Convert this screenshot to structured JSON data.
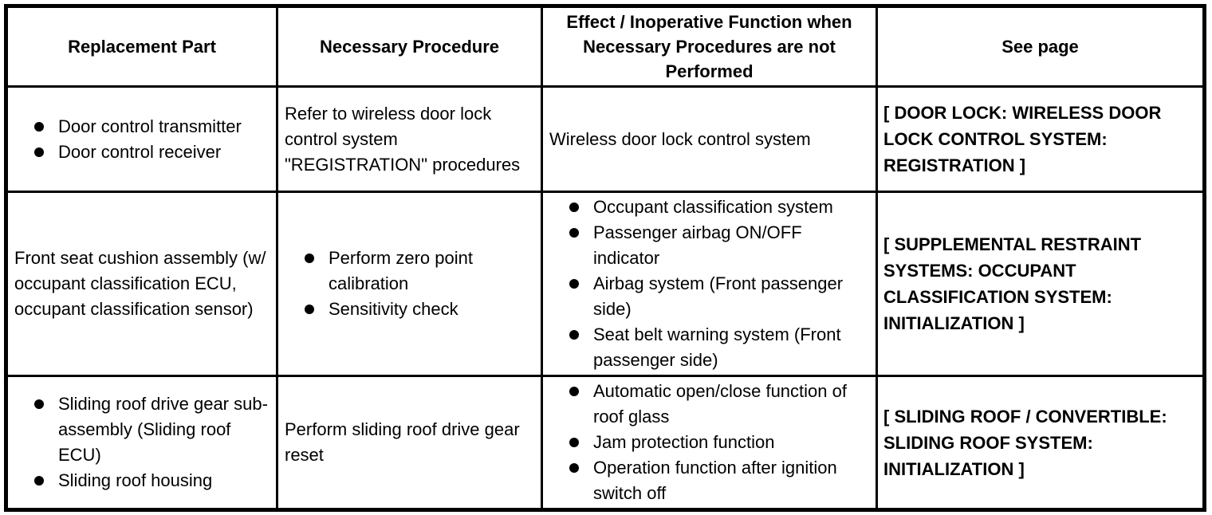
{
  "colors": {
    "border": "#000000",
    "text": "#000000",
    "background": "#ffffff"
  },
  "table": {
    "headers": [
      "Replacement Part",
      "Necessary Procedure",
      "Effect / Inoperative Function when Necessary Procedures are not Performed",
      "See page"
    ],
    "rows": [
      {
        "replacement_part": {
          "bullets": [
            "Door control transmitter",
            "Door control receiver"
          ]
        },
        "necessary_procedure": {
          "text": "Refer to wireless door lock control system \"REGISTRATION\" procedures"
        },
        "effect": {
          "text": "Wireless door lock control system"
        },
        "see_page": "[ DOOR LOCK: WIRELESS DOOR LOCK CONTROL SYSTEM: REGISTRATION ]"
      },
      {
        "replacement_part": {
          "text": "Front seat cushion assembly (w/ occupant classification ECU, occupant classification sensor)"
        },
        "necessary_procedure": {
          "bullets": [
            "Perform zero point calibration",
            "Sensitivity check"
          ]
        },
        "effect": {
          "bullets": [
            "Occupant classification system",
            "Passenger airbag ON/OFF indicator",
            "Airbag system (Front passenger side)",
            "Seat belt warning system (Front passenger side)"
          ]
        },
        "see_page": "[ SUPPLEMENTAL RESTRAINT SYSTEMS: OCCUPANT CLASSIFICATION SYSTEM: INITIALIZATION ]"
      },
      {
        "replacement_part": {
          "bullets": [
            "Sliding roof drive gear sub-assembly (Sliding roof ECU)",
            "Sliding roof housing"
          ]
        },
        "necessary_procedure": {
          "text": "Perform sliding roof drive gear reset"
        },
        "effect": {
          "bullets": [
            "Automatic open/close function of roof glass",
            "Jam protection function",
            "Operation function after ignition switch off"
          ]
        },
        "see_page": "[ SLIDING ROOF / CONVERTIBLE: SLIDING ROOF SYSTEM: INITIALIZATION ]"
      }
    ]
  }
}
